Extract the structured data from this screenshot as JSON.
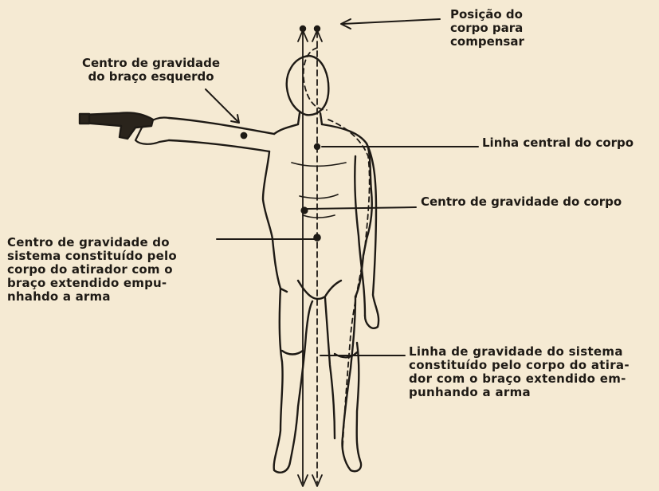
{
  "diagram": {
    "labels": {
      "posicao": "Posição do\ncorpo para\ncompensar",
      "centro_braco": "Centro de gravidade\ndo braço esquerdo",
      "linha_central": "Linha central do corpo",
      "centro_corpo": "Centro de gravidade do corpo",
      "centro_sistema": "Centro de gravidade do\nsistema constituído pelo\ncorpo do atirador com o\nbraço extendido empu-\nnhahdo a arma",
      "linha_gravidade": "Linha de gravidade do sistema\nconstituído pelo corpo do atira-\ndor com o braço extendido em-\npunhando a arma"
    },
    "colors": {
      "paper": "#f5ead3",
      "ink": "#1e1a15"
    }
  }
}
